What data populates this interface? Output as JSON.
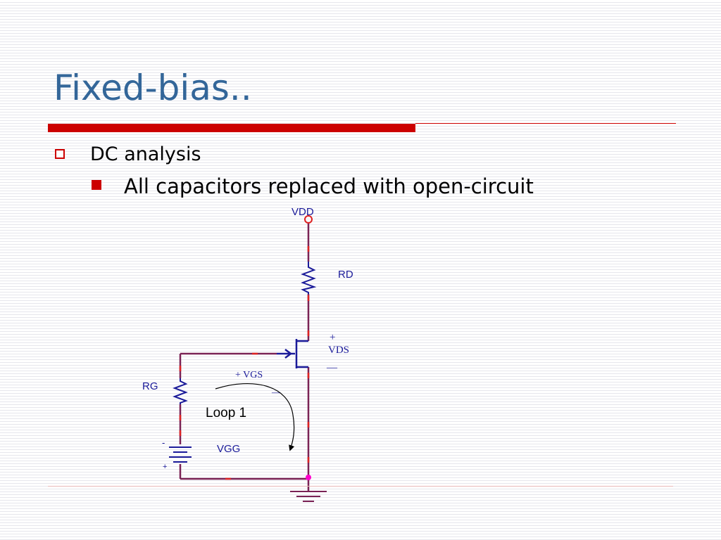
{
  "slide": {
    "title": "Fixed-bias..",
    "bullets": [
      {
        "text": "DC analysis",
        "level": 1
      },
      {
        "text": "All capacitors replaced with open-circuit",
        "level": 2
      }
    ]
  },
  "circuit": {
    "supply_label": "VDD",
    "drain_resistor_label": "RD",
    "gate_resistor_label": "RG",
    "gate_source_label": "VGG",
    "vds_plus": "+",
    "vds_label": "VDS",
    "vds_minus": "—",
    "vgs_label": "+  VGS",
    "vgs_minus": "—",
    "loop_label": "Loop 1",
    "battery_minus": "-",
    "battery_plus": "+"
  },
  "colors": {
    "title": "#336699",
    "accent": "#cc0000",
    "wire": "#7a2255",
    "component": "#1a1a99",
    "node": "#ff00cc"
  }
}
